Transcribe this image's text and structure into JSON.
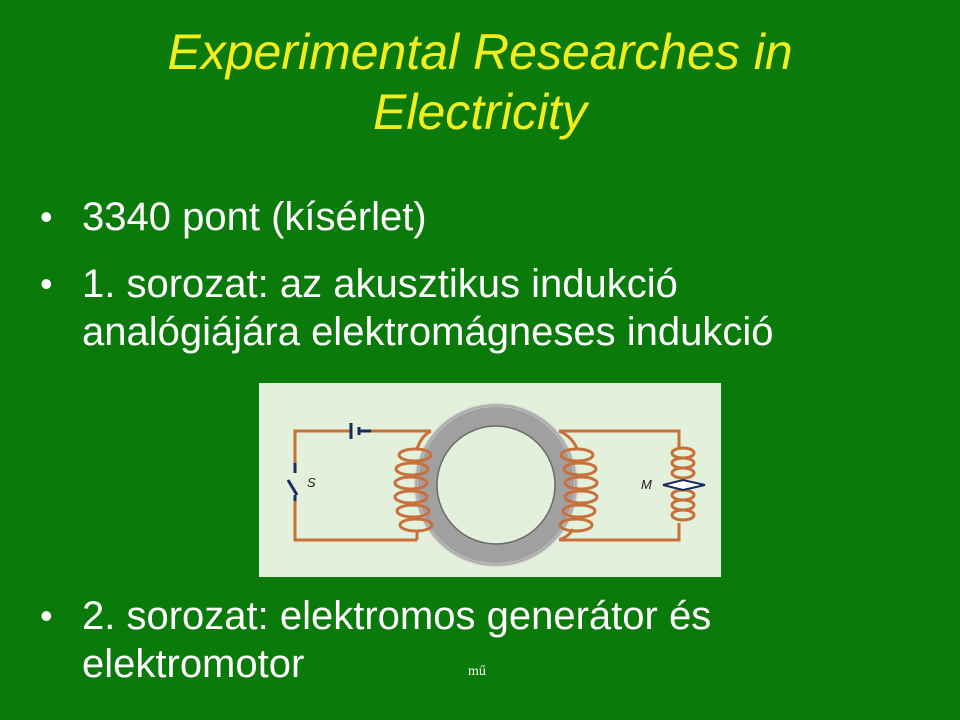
{
  "slide": {
    "title_line1": "Experimental Researches in",
    "title_line2": "Electricity",
    "bullets": [
      {
        "symbol": "•",
        "lines": [
          "3340 pont (kísérlet)"
        ]
      },
      {
        "symbol": "•",
        "lines": [
          "1. sorozat: az akusztikus indukció",
          "analógiájára elektromágneses indukció"
        ]
      },
      {
        "symbol": "•",
        "lines": [
          "2. sorozat: elektromos generátor és",
          "elektromotor"
        ]
      }
    ],
    "diagram": {
      "switch_label": "S",
      "meter_label": "M"
    },
    "footer_mark": "mű"
  },
  "colors": {
    "background": "#0a7a0a",
    "title": "#f2ee1e",
    "text": "#ffffff",
    "diagram_bg": "#e3f0db",
    "ring": "#9a9a9a",
    "wire": "#c8703a"
  }
}
